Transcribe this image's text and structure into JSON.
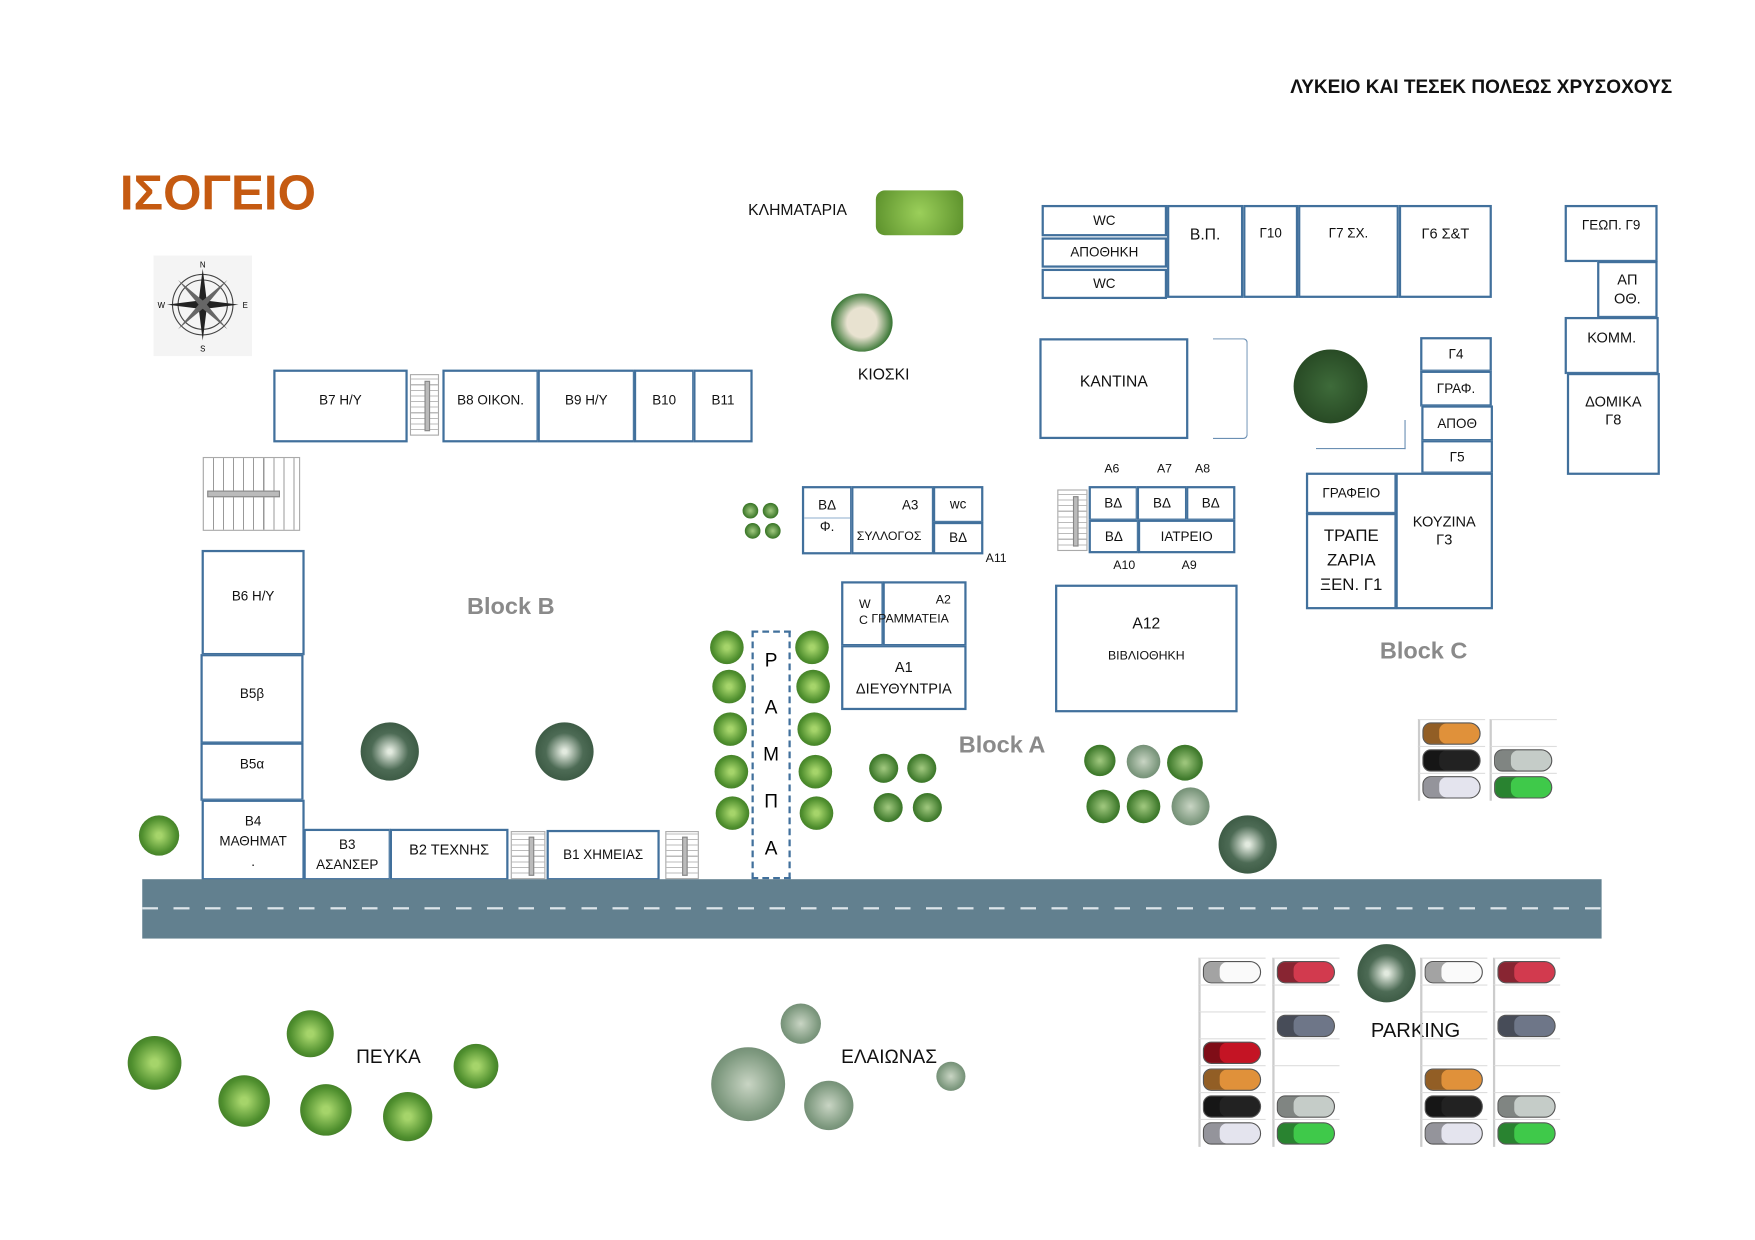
{
  "header": {
    "title": "ΛΥΚΕΙΟ ΚΑΙ ΤΕΣΕΚ ΠΟΛΕΩΣ ΧΡΥΣΟΧΟΥΣ",
    "floor": "ΙΣΟΓΕΙΟ",
    "floor_color": "#c55a11"
  },
  "compass": {
    "n": "N",
    "s": "S",
    "e": "E",
    "w": "W"
  },
  "blocks": {
    "a": "Block A",
    "b": "Block B",
    "c": "Block C"
  },
  "landmarks": {
    "pergola": "ΚΛΗΜΑΤΑΡΙΑ",
    "kiosk": "ΚΙΟΣΚΙ",
    "pines": "ΠΕΥΚΑ",
    "olive_grove": "ΕΛΑΙΩΝΑΣ",
    "parking": "PARKING"
  },
  "ramp": [
    "Ρ",
    "Α",
    "Μ",
    "Π",
    "Α"
  ],
  "block_c": {
    "wc1": "WC",
    "storage": "ΑΠΟΘΗΚΗ",
    "wc2": "WC",
    "vp": "Β.Π.",
    "g10": "Γ10",
    "g7": "Γ7 ΣΧ.",
    "g6": "Γ6 Σ&Τ",
    "g9": "ΓΕΩΠ. Γ9",
    "ap_l1": "ΑΠ",
    "ap_l2": "ΟΘ.",
    "komm": "ΚΟΜΜ.",
    "g8_l1": "ΔΟΜΙΚΑ",
    "g8_l2": "Γ8",
    "kantina": "ΚΑΝΤΙΝΑ",
    "g4": "Γ4",
    "graf": "ΓΡΑΦ.",
    "apoth": "ΑΠΟΘ",
    "g5": "Γ5",
    "grafeio": "ΓΡΑΦΕΙΟ",
    "g1_l1": "ΤΡΑΠΕ",
    "g1_l2": "ΖΑΡΙΑ",
    "g1_l3": "ΞΕΝ. Γ1",
    "g3_l1": "ΚΟΥΖΙΝΑ",
    "g3_l2": "Γ3"
  },
  "block_a": {
    "a6": "Α6",
    "a7": "Α7",
    "a8": "Α8",
    "a9": "Α9",
    "a10": "Α10",
    "a11": "Α11",
    "bd": "ΒΔ",
    "iatreio": "ΙΑΤΡΕΙΟ",
    "a12": "Α12",
    "library": "ΒΙΒΛΙΟΘΗΚΗ",
    "phi": "Φ.",
    "a3": "Α3",
    "syllogos": "ΣΥΛΛΟΓΟΣ",
    "wc": "wc",
    "w": "W",
    "c": "C",
    "a2": "Α2",
    "grammateia": "ΓΡΑΜΜΑΤΕΙΑ",
    "a1": "Α1",
    "director": "ΔΙΕΥΘΥΝΤΡΙΑ"
  },
  "block_b": {
    "b7": "Β7 Η/Υ",
    "b8": "Β8 ΟΙΚΟΝ.",
    "b9": "Β9 Η/Υ",
    "b10": "Β10",
    "b11": "Β11",
    "b6": "Β6 Η/Υ",
    "b5b": "Β5β",
    "b5a": "Β5α",
    "b4_l1": "Β4",
    "b4_l2": "ΜΑΘΗΜΑΤ",
    "b4_l3": ".",
    "b3_l1": "Β3",
    "b3_l2": "ΑΣΑΝΣΕΡ",
    "b2": "Β2 ΤΕΧΝΗΣ",
    "b1": "Β1 ΧΗΜΕΙΑΣ"
  }
}
